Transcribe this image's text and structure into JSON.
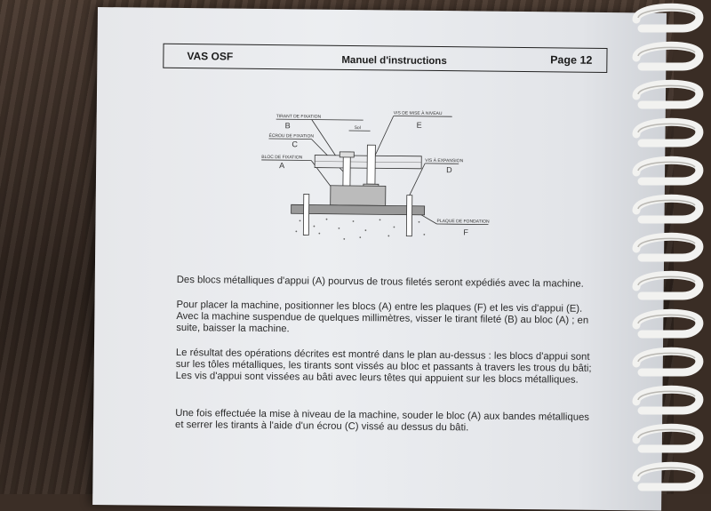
{
  "header": {
    "left": "VAS OSF",
    "center": "Manuel d'instructions",
    "right": "Page 12"
  },
  "diagram": {
    "labels": {
      "tirant": "TIRANT DE FIXATION",
      "tirant_letter": "B",
      "ecrou": "ÉCROU DE FIXATION",
      "ecrou_letter": "C",
      "bloc": "BLOC DE FIXATION",
      "bloc_letter": "A",
      "vis_niveau": "VIS DE MISE À NIVEAU",
      "vis_niveau_letter": "E",
      "vis_expansion": "VIS À EXPANSION",
      "vis_expansion_letter": "D",
      "plaque": "PLAQUE DE FONDATION",
      "plaque_letter": "F",
      "sol": "Sol"
    }
  },
  "paragraphs": [
    "Des blocs métalliques d'appui (A) pourvus de trous filetés seront expédiés avec la machine.",
    "Pour placer la machine, positionner les blocs (A) entre les plaques (F) et les vis d'appui (E).\nAvec la machine suspendue de quelques millimètres, visser le tirant fileté (B) au bloc (A) ; en\nsuite, baisser  la machine.",
    "Le résultat des opérations décrites est montré dans le plan au-dessus : les blocs d'appui sont\nsur les tôles métalliques, les tirants sont vissés au bloc et passants à travers les trous du bâti;\nLes vis d'appui sont vissées au bâti avec leurs têtes qui appuient sur les blocs métalliques.",
    "Une fois effectuée la mise à niveau de la machine, souder le bloc (A) aux bandes métalliques\net serrer les tirants à l'aide d'un écrou (C) vissé au dessus du bâti."
  ]
}
